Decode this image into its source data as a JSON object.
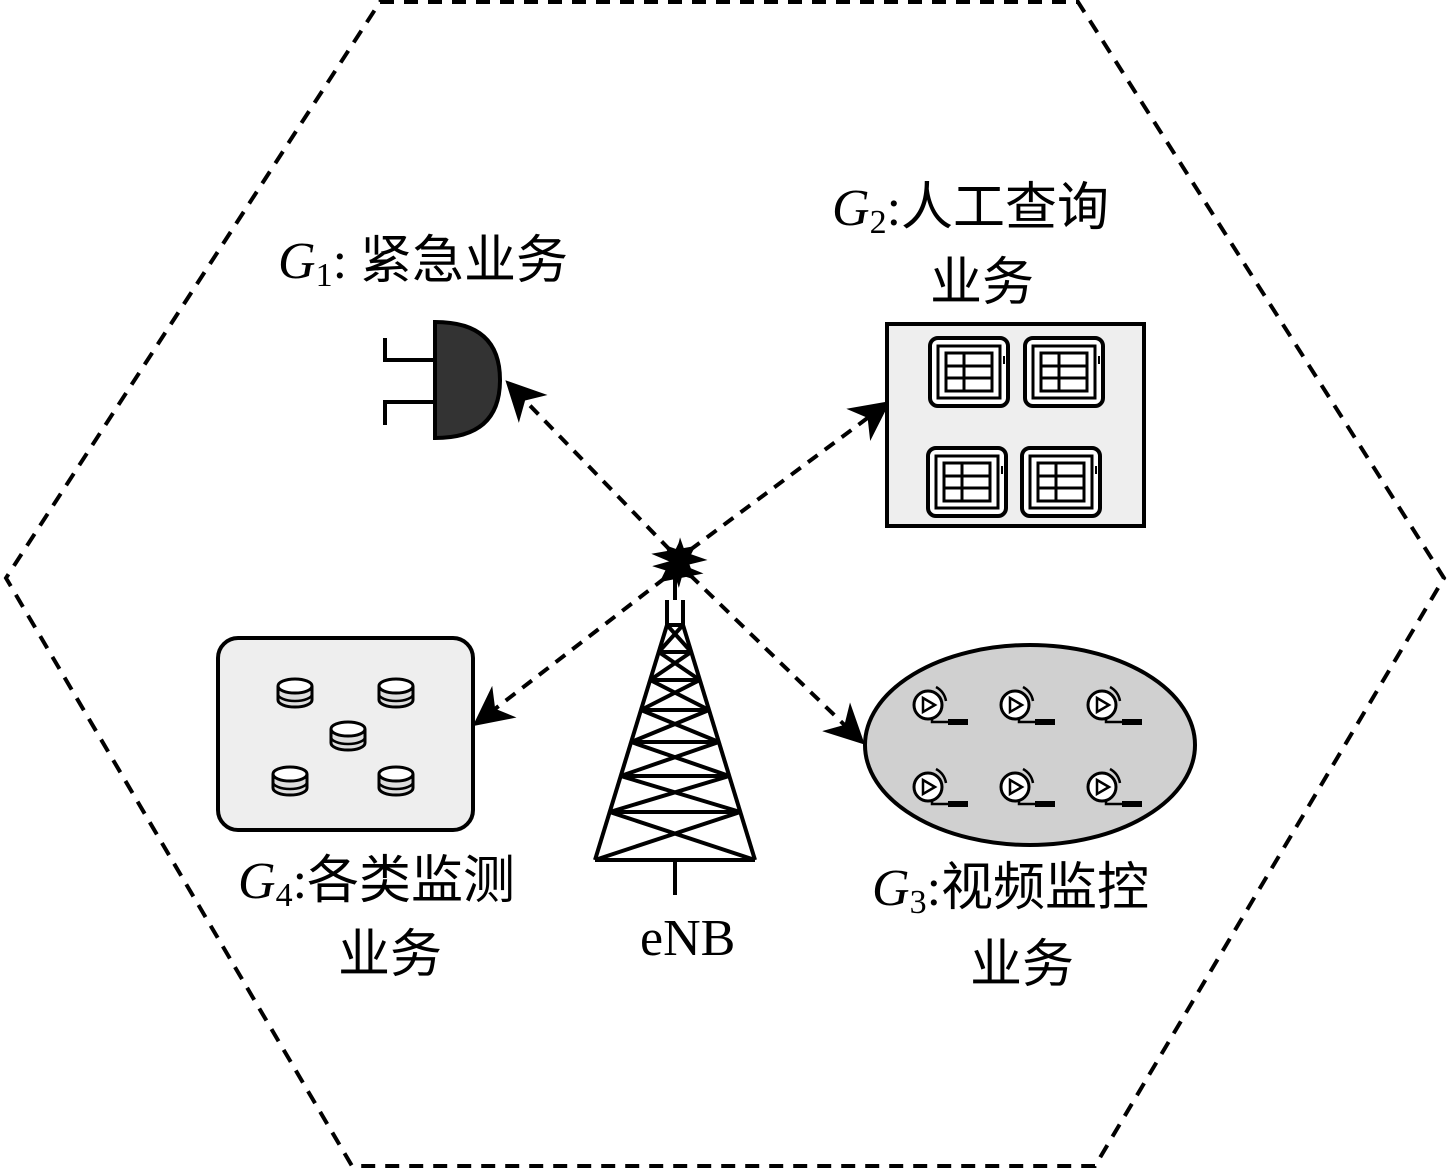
{
  "base_station": {
    "label": "eNB"
  },
  "groups": [
    {
      "id": "G1",
      "symbol": "G",
      "index": "1",
      "separator": ": ",
      "name": "紧急业务",
      "name_line2": ""
    },
    {
      "id": "G2",
      "symbol": "G",
      "index": "2",
      "separator": ":",
      "name": "人工查询",
      "name_line2": "业务"
    },
    {
      "id": "G3",
      "symbol": "G",
      "index": "3",
      "separator": ":",
      "name": "视频监控",
      "name_line2": "业务"
    },
    {
      "id": "G4",
      "symbol": "G",
      "index": "4",
      "separator": ":",
      "name": "各类监测",
      "name_line2": "业务"
    }
  ],
  "icons": {
    "G1": "plug-icon",
    "G2": "tablet-icon",
    "G3": "camera-icon",
    "G4": "sensor-icon",
    "tower": "antenna-tower-icon"
  },
  "colors": {
    "stroke": "#000000",
    "plug_fill": "#333333",
    "panel_fill": "#eeeeee",
    "ellipse_fill": "#d0d0d0",
    "white": "#ffffff"
  }
}
